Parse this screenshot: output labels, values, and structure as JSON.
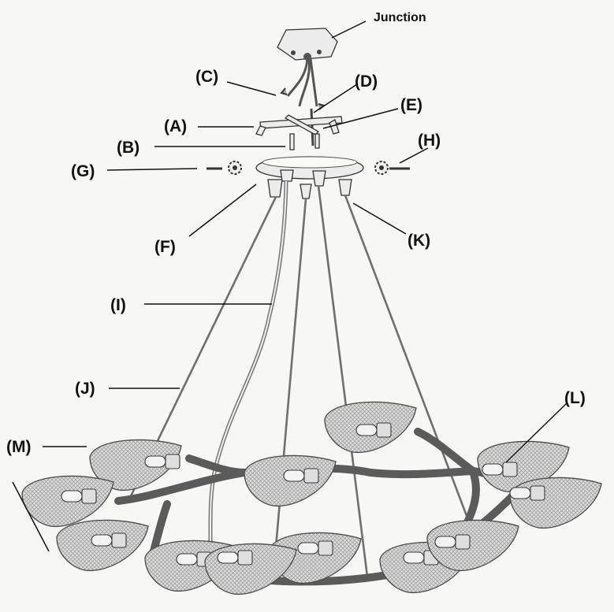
{
  "labels": {
    "junction": "Junction",
    "A": "(A)",
    "B": "(B)",
    "C": "(C)",
    "D": "(D)",
    "E": "(E)",
    "F": "(F)",
    "G": "(G)",
    "H": "(H)",
    "I": "(I)",
    "J": "(J)",
    "K": "(K)",
    "L": "(L)",
    "M": "(M)"
  },
  "colors": {
    "background": "#f7f7f5",
    "label_text": "#111111",
    "cable": "#6f6f6f",
    "frame": "#5b5b5b"
  },
  "shade_count": 12
}
